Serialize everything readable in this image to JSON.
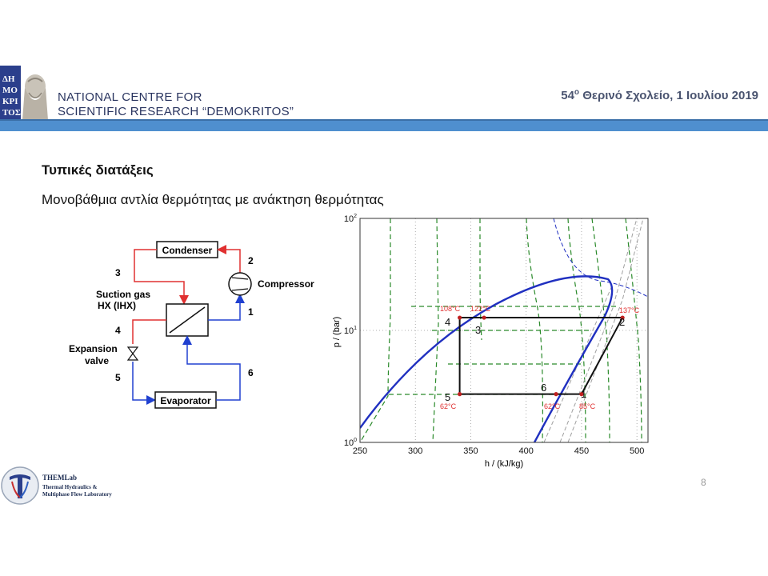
{
  "header": {
    "logo_letters": "ΔΗΜΟΚΡΙΤΟΣ",
    "institution_line1": "NATIONAL CENTRE FOR",
    "institution_line2": "SCIENTIFIC RESEARCH “DEMOKRITOS”",
    "conference_prefix": "54",
    "conference_superscript": "ο",
    "conference_rest": " Θερινό Σχολείο, 1 Ιουλίου 2019",
    "accent_color": "#4f8fcf"
  },
  "slide": {
    "heading": "Τυπικές διατάξεις",
    "subtitle": "Μονοβάθμια αντλία θερμότητας με ανάκτηση θερμότητας"
  },
  "schematic": {
    "condenser": "Condenser",
    "compressor": "Compressor",
    "ihx_line1": "Suction gas",
    "ihx_line2": "HX (IHX)",
    "expansion_line1": "Expansion",
    "expansion_line2": "valve",
    "evaporator": "Evaporator",
    "node_labels": {
      "n1": "1",
      "n2": "2",
      "n3": "3",
      "n4": "4",
      "n5": "5",
      "n6": "6"
    },
    "hot_line_color": "#e03030",
    "cold_line_color": "#2040d0"
  },
  "ph_diagram": {
    "xlabel": "h / (kJ/kg)",
    "ylabel": "p / (bar)",
    "x_ticks": [
      "250",
      "300",
      "350",
      "400",
      "450",
      "500"
    ],
    "y_tick_base": "10",
    "y_tick_exponents": [
      "0",
      "1",
      "2"
    ],
    "state_points": {
      "p1": "1",
      "p2": "2",
      "p3": "3",
      "p4": "4",
      "p5": "5",
      "p6": "6"
    },
    "temperature_labels": {
      "t4": "108°C",
      "t3": "122°C",
      "t2": "137°C",
      "t5": "62°C",
      "t6": "62°C",
      "t1": "85°C"
    },
    "dome_color": "#2030c0",
    "label_color": "#e03030"
  },
  "chart_data": {
    "type": "line",
    "xlabel": "h / (kJ/kg)",
    "ylabel": "p / (bar)",
    "xlim": [
      250,
      510
    ],
    "ylim": [
      1,
      100
    ],
    "y_scale": "log",
    "grid": true,
    "cycle_points": [
      {
        "label": "1",
        "h": 450,
        "p": 2.7,
        "T": "85°C"
      },
      {
        "label": "2",
        "h": 487,
        "p": 13,
        "T": "137°C"
      },
      {
        "label": "3",
        "h": 362,
        "p": 13,
        "T": "122°C"
      },
      {
        "label": "4",
        "h": 340,
        "p": 13,
        "T": "108°C"
      },
      {
        "label": "5",
        "h": 340,
        "p": 2.7,
        "T": "62°C"
      },
      {
        "label": "6",
        "h": 427,
        "p": 2.7,
        "T": "62°C"
      }
    ]
  },
  "footer": {
    "lab_name": "THEMLab",
    "lab_line2": "Thermal Hydraulics &",
    "lab_line3": "Multiphase Flow Laboratory",
    "page_number": "8"
  }
}
